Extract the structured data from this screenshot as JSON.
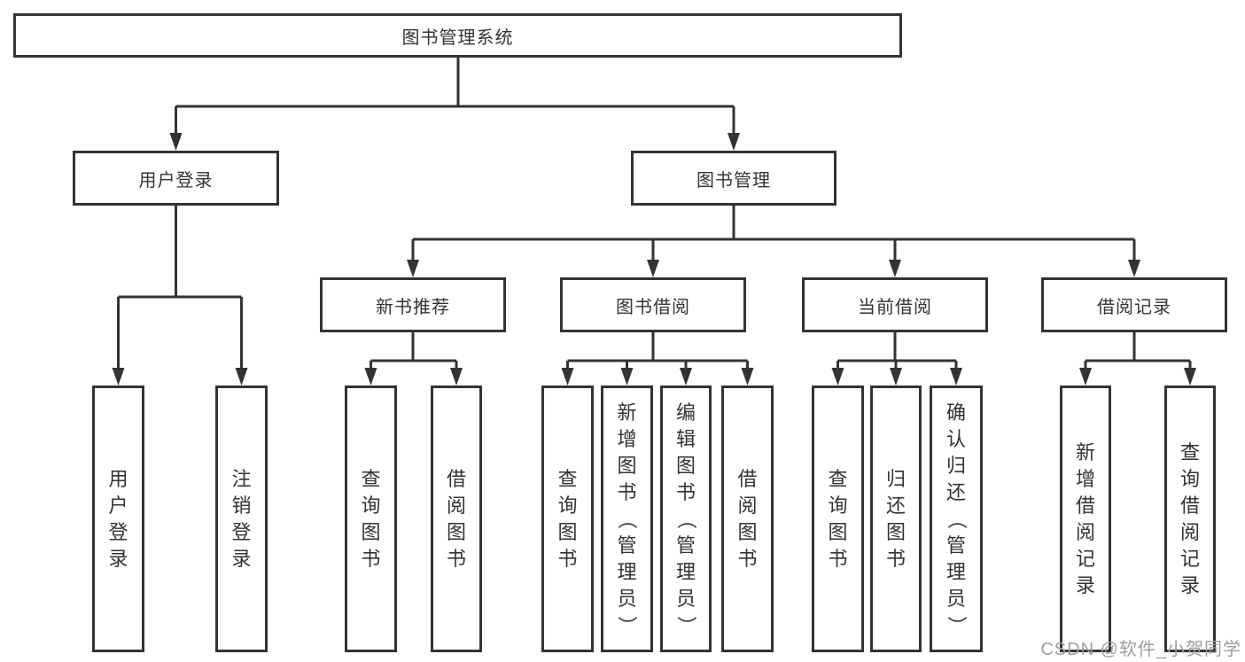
{
  "watermark": "CSDN @软件_小贺同学",
  "tree": {
    "root": "图书管理系统",
    "branches": [
      {
        "label": "用户登录",
        "children": [
          "用户登录",
          "注销登录"
        ]
      },
      {
        "label": "图书管理",
        "children": [
          {
            "label": "新书推荐",
            "children": [
              "查询图书",
              "借阅图书"
            ]
          },
          {
            "label": "图书借阅",
            "children": [
              "查询图书",
              "新增图书（管理员）",
              "编辑图书（管理员）",
              "借阅图书"
            ]
          },
          {
            "label": "当前借阅",
            "children": [
              "查询图书",
              "归还图书",
              "确认归还（管理员）"
            ]
          },
          {
            "label": "借阅记录",
            "children": [
              "新增借阅记录",
              "查询借阅记录"
            ]
          }
        ]
      }
    ]
  }
}
